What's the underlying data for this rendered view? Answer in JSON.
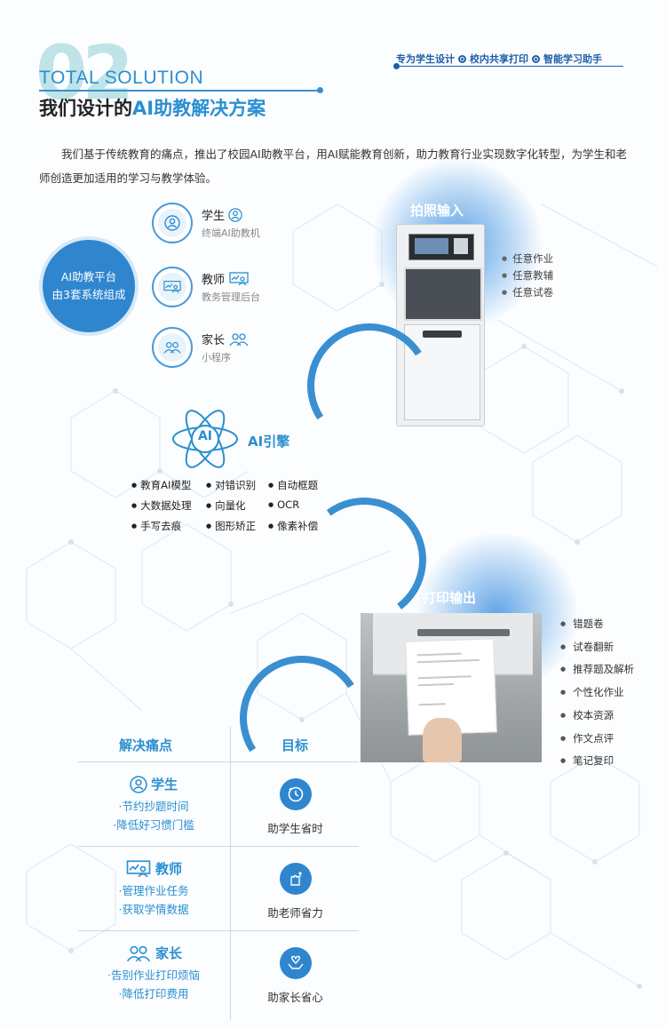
{
  "header": {
    "big_number": "02",
    "en_title": "TOTAL SOLUTION",
    "cn_title_prefix": "我们设计的",
    "cn_title_suffix": "AI助教解决方案",
    "tags": [
      "专为学生设计",
      "校内共享打印",
      "智能学习助手"
    ]
  },
  "intro": "我们基于传统教育的痛点，推出了校园AI助教平台，用AI赋能教育创新，助力教育行业实现数字化转型，为学生和老师创造更加适用的学习与教学体验。",
  "platform": {
    "circle_line1": "AI助教平台",
    "circle_line2": "由3套系统组成",
    "roles": [
      {
        "name": "学生",
        "sub": "终端AI助教机",
        "icon": "user-icon"
      },
      {
        "name": "教师",
        "sub": "教务管理后台",
        "icon": "teacher-icon"
      },
      {
        "name": "家长",
        "sub": "小程序",
        "icon": "parents-icon"
      }
    ]
  },
  "photo_input": {
    "label": "拍照输入",
    "items": [
      "任意作业",
      "任意教辅",
      "任意试卷"
    ]
  },
  "ai_engine": {
    "logo_text": "AI",
    "label": "AI引擎",
    "features": [
      "教育AI模型",
      "对错识别",
      "自动框题",
      "大数据处理",
      "向量化",
      "OCR",
      "手写去痕",
      "图形矫正",
      "像素补偿"
    ]
  },
  "print_output": {
    "label": "打印输出",
    "items": [
      "错题卷",
      "试卷翻新",
      "推荐题及解析",
      "个性化作业",
      "校本资源",
      "作文点评",
      "笔记复印"
    ]
  },
  "table": {
    "col_pain": "解决痛点",
    "col_goal": "目标",
    "rows": [
      {
        "role": "学生",
        "items": [
          "·节约抄题时间",
          "·降低好习惯门槛"
        ],
        "goal": "助学生省时",
        "goal_icon": "clock-icon"
      },
      {
        "role": "教师",
        "items": [
          "·管理作业任务",
          "·获取学情数据"
        ],
        "goal": "助老师省力",
        "goal_icon": "hand-arrows-icon"
      },
      {
        "role": "家长",
        "items": [
          "·告别作业打印烦恼",
          "·降低打印费用"
        ],
        "goal": "助家长省心",
        "goal_icon": "heart-hands-icon"
      }
    ]
  },
  "colors": {
    "accent": "#2b8fcf",
    "dark_blue": "#1e5ea8",
    "circle": "#2f86cf"
  }
}
